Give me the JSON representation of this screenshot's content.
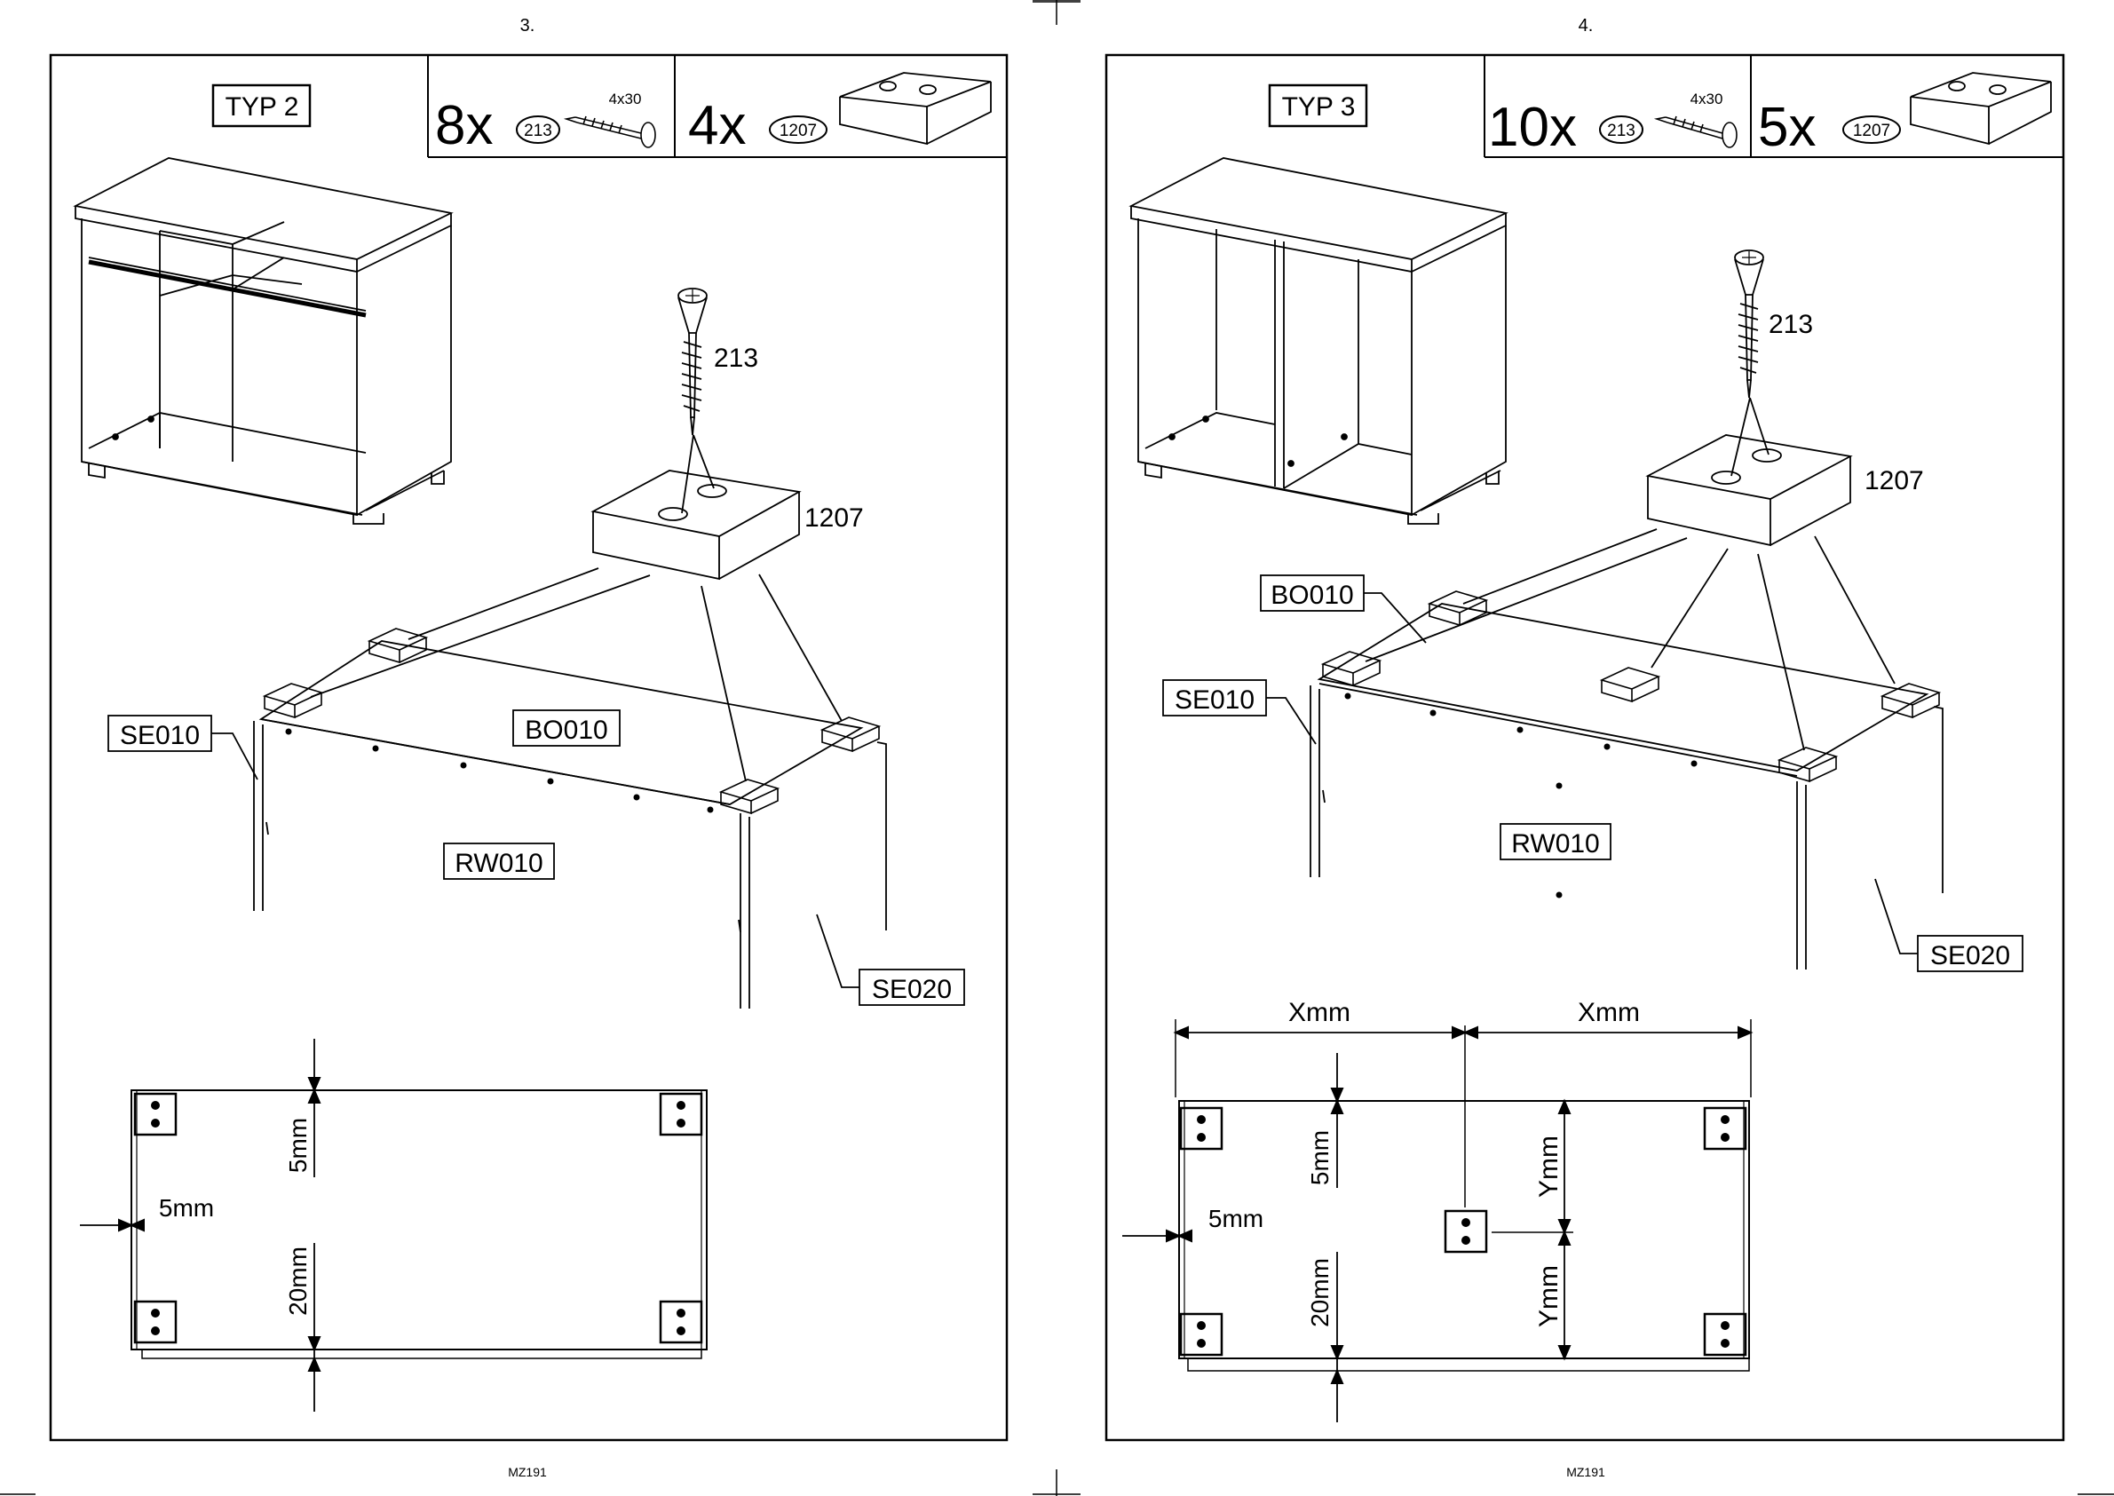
{
  "pages": [
    {
      "page_number": "3.",
      "type_label": "TYP 2",
      "screw": {
        "qty": "8x",
        "part": "213",
        "size": "4x30"
      },
      "block": {
        "qty": "4x",
        "part": "1207"
      },
      "callouts": {
        "screw": "213",
        "block": "1207",
        "side_left": "SE010",
        "bottom": "BO010",
        "back": "RW010",
        "side_right": "SE020"
      },
      "dimensions": {
        "top_offset": "5mm",
        "side_offset": "5mm",
        "back_offset": "20mm"
      },
      "footer": "MZ191"
    },
    {
      "page_number": "4.",
      "type_label": "TYP 3",
      "screw": {
        "qty": "10x",
        "part": "213",
        "size": "4x30"
      },
      "block": {
        "qty": "5x",
        "part": "1207"
      },
      "callouts": {
        "screw": "213",
        "block": "1207",
        "bottom": "BO010",
        "side_left": "SE010",
        "back": "RW010",
        "side_right": "SE020"
      },
      "dimensions": {
        "x_left": "Xmm",
        "x_right": "Xmm",
        "top_offset": "5mm",
        "side_offset": "5mm",
        "back_offset": "20mm",
        "y_top": "Ymm",
        "y_bottom": "Ymm"
      },
      "footer": "MZ191"
    }
  ]
}
